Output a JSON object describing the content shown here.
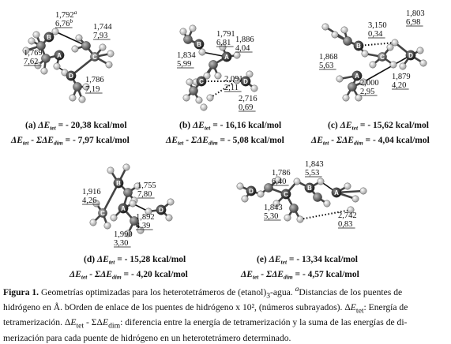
{
  "panels": [
    {
      "id": "a",
      "labels": [
        {
          "text": "1,792",
          "sup": "a"
        },
        {
          "text": "6,76",
          "sup": "b",
          "u": true
        },
        {
          "text": "1,744"
        },
        {
          "text": "7,93",
          "u": true
        },
        {
          "text": "1,769"
        },
        {
          "text": "7,62",
          "u": true
        },
        {
          "text": "1,786"
        },
        {
          "text": "7,19",
          "u": true
        }
      ],
      "energy1": {
        "tag": "(a)",
        "pre": "ΔE",
        "sub": "tet",
        "value": " = - 20,38 kcal/mol"
      },
      "energy2": {
        "pre": "ΔE",
        "sub": "tet",
        "mid": " - ΣΔE",
        "sub2": "dim",
        "value": " = - 7,97 kcal/mol"
      }
    },
    {
      "id": "b",
      "labels": [
        {
          "text": "1,791"
        },
        {
          "text": "6,81",
          "u": true
        },
        {
          "text": "1,886"
        },
        {
          "text": "4,04",
          "u": true
        },
        {
          "text": "1,834"
        },
        {
          "text": "5,99",
          "u": true
        },
        {
          "text": "2,091"
        },
        {
          "text": "2,11",
          "u": true
        },
        {
          "text": "2,716"
        },
        {
          "text": "0,69",
          "u": true
        }
      ],
      "energy1": {
        "tag": "(b)",
        "pre": "ΔE",
        "sub": "tet",
        "value": " = - 16,16 kcal/mol"
      },
      "energy2": {
        "pre": "ΔE",
        "sub": "tet",
        "mid": " - ΣΔE",
        "sub2": "dim",
        "value": " = - 5,08 kcal/mol"
      }
    },
    {
      "id": "c",
      "labels": [
        {
          "text": "3,150"
        },
        {
          "text": "0,34",
          "u": true
        },
        {
          "text": "1,803"
        },
        {
          "text": "6,98",
          "u": true
        },
        {
          "text": "1,868"
        },
        {
          "text": "5,63",
          "u": true
        },
        {
          "text": "1,879"
        },
        {
          "text": "4,20",
          "u": true
        },
        {
          "text": "2,000"
        },
        {
          "text": "2,95",
          "u": true
        }
      ],
      "energy1": {
        "tag": "(c)",
        "pre": "ΔE",
        "sub": "tet",
        "value": " = - 15,62 kcal/mol"
      },
      "energy2": {
        "pre": "ΔE",
        "sub": "tet",
        "mid": " - ΣΔE",
        "sub2": "dim",
        "value": " = - 4,04 kcal/mol"
      }
    },
    {
      "id": "d",
      "labels": [
        {
          "text": "1,916"
        },
        {
          "text": "4,26",
          "u": true
        },
        {
          "text": "1,755"
        },
        {
          "text": "7,80",
          "u": true
        },
        {
          "text": "1,892"
        },
        {
          "text": "4,39",
          "u": true
        },
        {
          "text": "1,990"
        },
        {
          "text": "3,30",
          "u": true
        }
      ],
      "energy1": {
        "tag": "(d)",
        "pre": "ΔE",
        "sub": "tet",
        "value": " = - 15,28 kcal/mol"
      },
      "energy2": {
        "pre": "ΔE",
        "sub": "tet",
        "mid": " - ΣΔE",
        "sub2": "dim",
        "value": " = - 4,20 kcal/mol"
      }
    },
    {
      "id": "e",
      "labels": [
        {
          "text": "1,786"
        },
        {
          "text": "6,40",
          "u": true
        },
        {
          "text": "1,843"
        },
        {
          "text": "5,53",
          "u": true
        },
        {
          "text": "1,843"
        },
        {
          "text": "5,30",
          "u": true
        },
        {
          "text": "2,742"
        },
        {
          "text": "0,83",
          "u": true
        }
      ],
      "energy1": {
        "tag": "(e)",
        "pre": "ΔE",
        "sub": "tet",
        "value": " = - 13,34 kcal/mol"
      },
      "energy2": {
        "pre": "ΔE",
        "sub": "tet",
        "mid": " - ΣΔE",
        "sub2": "dim",
        "value": " = - 4,57 kcal/mol"
      }
    }
  ],
  "atom_letters": [
    "A",
    "B",
    "C",
    "D"
  ],
  "caption": {
    "label": "Figura 1.",
    "lines": [
      " Geometrías optimizadas para los heterotetrámeros de (etanol)3-agua. aDistancias de los puentes de",
      "hidrógeno en Å. bOrden de enlace de los puentes de hidrógeno x 10², (números subrayados). ΔEtet: Energía de",
      "tetramerización. ΔEtet - ΣΔEdim: diferencia entre la energía de tetramerización y la suma de las energías de di-",
      "merización para cada puente de hidrógeno en un heterotetrámero determinado."
    ]
  },
  "colors": {
    "carbon": "#7a7a7a",
    "oxygen": "#3a3a3a",
    "hydrogen": "#d8d8d8",
    "ink": "#111111"
  }
}
